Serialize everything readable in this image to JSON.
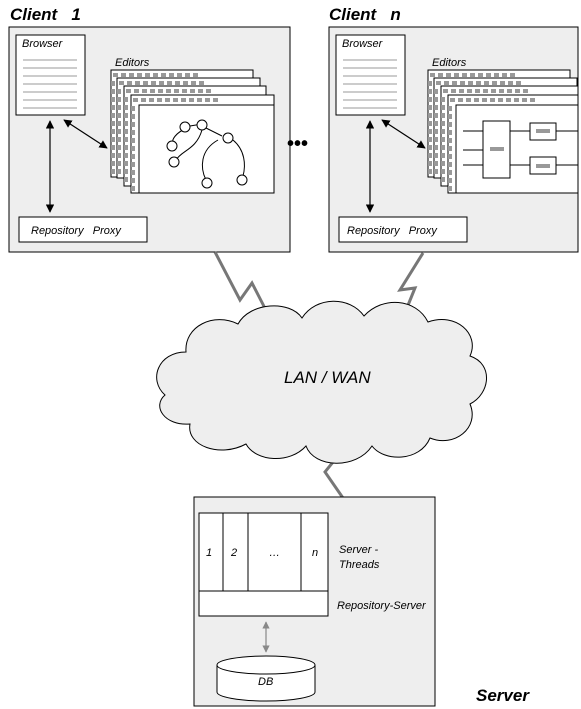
{
  "clients": [
    {
      "title": "Client   1",
      "browser": "Browser",
      "editors": "Editors",
      "proxy": "Repository   Proxy"
    },
    {
      "title": "Client   n",
      "browser": "Browser",
      "editors": "Editors",
      "proxy": "Repository   Proxy"
    }
  ],
  "ellipsis": "•••",
  "network": {
    "label": "LAN / WAN"
  },
  "server": {
    "title": "Server",
    "threads": [
      "1",
      "2",
      "…",
      "n"
    ],
    "threads_label_1": "Server -",
    "threads_label_2": "Threads",
    "repo_label": "Repository-Server",
    "db_label": "DB"
  },
  "colors": {
    "box_fill": "#eeeeee",
    "cloud_fill": "#eeeeee",
    "dash": "#999999",
    "stroke": "#000000"
  }
}
